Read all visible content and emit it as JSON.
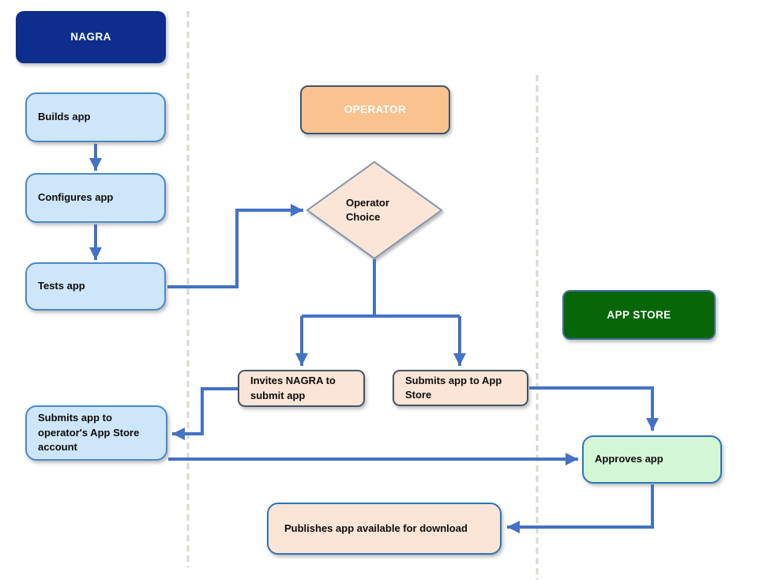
{
  "lanes": {
    "nagra": "NAGRA",
    "operator": "OPERATOR",
    "app_store": "APP STORE"
  },
  "nodes": {
    "builds_app": "Builds app",
    "configures_app": "Configures app",
    "tests_app": "Tests app",
    "operator_choice": "Operator Choice",
    "invites_nagra": "Invites NAGRA to submit app",
    "submits_app_store": "Submits app to App Store",
    "submits_operator_account": "Submits app to operator's App Store account",
    "approves_app": "Approves app",
    "publishes_app": "Publishes app available for download"
  },
  "colors": {
    "nagra_header_fill": "#0D2E8C",
    "operator_header_fill": "#F9C28E",
    "operator_header_border": "#44546A",
    "app_store_header_fill": "#076607",
    "blue_node_fill": "#CDE6F9",
    "blue_node_border": "#4A89C8",
    "peach_node_fill": "#FBE5D6",
    "peach_node_border": "#44546A",
    "diamond_fill": "#FBE5D6",
    "diamond_border": "#8496B0",
    "approve_node_fill": "#D4F7D6",
    "approve_node_border": "#2E75B6",
    "publish_node_border": "#2E75B6",
    "arrow_color": "#4472C4",
    "lane_divider_color": "#DBD8CE",
    "header_text": "#FFFFFF",
    "node_text": "#0D0D0D"
  }
}
